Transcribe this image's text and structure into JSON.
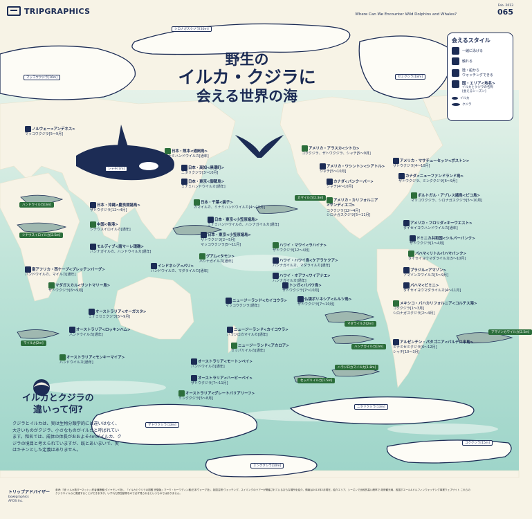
{
  "header": {
    "brand": "TRIPGRAPHICS",
    "subtitle": "Where Can We Encounter Wild Dolphins and Whales?",
    "issue_date": "Feb. 2013",
    "issue_number": "065"
  },
  "title": {
    "line1": "野生の",
    "line2": "イルカ・クジラに",
    "line3": "会える世界の海"
  },
  "legend": {
    "title": "会えるスタイル",
    "styles": [
      {
        "icon": "swim-icon",
        "label": "一緒に泳げる"
      },
      {
        "icon": "touch-icon",
        "label": "触れる"
      },
      {
        "icon": "watch-icon",
        "label": "陸・船から\nウォッチングできる"
      }
    ],
    "key_title": "国・エリア<地名>",
    "key_line2": "イルカとクジラの名称",
    "key_line3": "[会えるシーズン]",
    "species": [
      {
        "icon": "dolphin-icon",
        "label": "イルカ"
      },
      {
        "icon": "whale-icon",
        "label": "クジラ"
      }
    ]
  },
  "whale_labels": [
    {
      "text": "シロナガスクジラ[30m]",
      "style": "plain"
    },
    {
      "text": "マッコウクジラ[16m]",
      "style": "plain"
    },
    {
      "text": "セミクジラ[18m]",
      "style": "plain"
    },
    {
      "text": "シャチ[7m]",
      "style": "plain"
    },
    {
      "text": "ハンドウイルカ[3m]",
      "style": "green"
    },
    {
      "text": "シナウスイロイルカ[2.5m]",
      "style": "green"
    },
    {
      "text": "カマイルカ[2.3m]",
      "style": "green"
    },
    {
      "text": "マイルカ[2m]",
      "style": "green"
    },
    {
      "text": "マダライルカ[2m]",
      "style": "green"
    },
    {
      "text": "ハシナガイルカ[2m]",
      "style": "green"
    },
    {
      "text": "アマゾンカワイルカ[2.5m]",
      "style": "green"
    },
    {
      "text": "ハラジロカマイルカ[1.8m]",
      "style": "green"
    },
    {
      "text": "セッパリイルカ[1.5m]",
      "style": "green"
    },
    {
      "text": "ザトウクジラ[13m]",
      "style": "plain"
    },
    {
      "text": "ミンククジラ[10m]",
      "style": "plain"
    },
    {
      "text": "ニタリクジラ[13m]",
      "style": "plain"
    },
    {
      "text": "コククジラ[15m]",
      "style": "plain"
    }
  ],
  "locations": [
    {
      "name": "ノルウェー<アンデネス>",
      "species": "マッコウクジラ[5〜9月]"
    },
    {
      "name": "日本・熊本<通詞島>",
      "species": "ミナミハンドウイルカ[通年]"
    },
    {
      "name": "日本・高知<黒潮町>",
      "species": "ニタリクジラ[3〜10月]"
    },
    {
      "name": "日本・東京<御蔵島>",
      "species": "ミナミハンドウイルカ[通年]"
    },
    {
      "name": "日本・千葉<銚子>",
      "species": "カマイルカ、ミナミハンドウイルカ[4〜10月]"
    },
    {
      "name": "日本・東京<小笠原諸島>",
      "species": "ミナミハンドウイルカ、ハシナガイルカ[通年]"
    },
    {
      "name": "日本・沖縄<慶良間諸島>",
      "species": "ザトウクジラ[12〜4月]"
    },
    {
      "name": "中国<香港>",
      "species": "シナウスイロイルカ[通年]"
    },
    {
      "name": "日本・東京<小笠原諸島>",
      "species": "ザトウクジラ[2〜5月]\nマッコウクジラ[5〜11月]"
    },
    {
      "name": "モルディブ<南マーレ環礁>",
      "species": "ハシナガイルカ、ハンドウイルカ[通年]"
    },
    {
      "name": "グアム<タモン>",
      "species": "ハシナガイルカ[通年]"
    },
    {
      "name": "インドネシア<バリ>",
      "species": "ハンドウイルカ、マダライルカ[通年]"
    },
    {
      "name": "南アフリカ・西ケープ<プレッテンバーグ>",
      "species": "ハンドウイルカ、マイルカ[通年]"
    },
    {
      "name": "マダガスカル<サントマリー島>",
      "species": "ザトウクジラ[6〜9月]"
    },
    {
      "name": "オーストラリア<オーガスタ>",
      "species": "ミナミセミクジラ[5〜9月]"
    },
    {
      "name": "オーストラリア<ロッキンハム>",
      "species": "ハンドウイルカ[通年]"
    },
    {
      "name": "オーストラリア<モンキーマイア>",
      "species": "ハンドウイルカ[通年]"
    },
    {
      "name": "ニュージーランド<カイコウラ>",
      "species": "マッコウクジラ[通年]"
    },
    {
      "name": "ニュージーランド<カイコウラ>",
      "species": "ハラジロカマイルカ[通年]"
    },
    {
      "name": "ニュージーランド<アカロア>",
      "species": "セッパリイルカ[通年]"
    },
    {
      "name": "オーストラリア<モートンベイ>",
      "species": "ハンドウイルカ[通年]"
    },
    {
      "name": "オーストラリア<ハービーベイ>",
      "species": "ザトウクジラ[7〜11月]"
    },
    {
      "name": "オーストラリア<グレートバリアリーフ>",
      "species": "ミンククジラ[5〜8月]"
    },
    {
      "name": "トンガ<ババウ島>",
      "species": "ザトウクジラ[7〜10月]"
    },
    {
      "name": "仏領ポリネシア<ルルツ島>",
      "species": "ザトウクジラ[7〜10月]"
    },
    {
      "name": "ハワイ・マウイ<ラハイナ>",
      "species": "ザトウクジラ[12〜4月]"
    },
    {
      "name": "ハワイ・ハワイ島<ケアラケクア>",
      "species": "ハシナガイルカ、マダライルカ[通年]"
    },
    {
      "name": "ハワイ・オアフ<ワイアナエ>",
      "species": "ハシナガイルカ[通年]"
    },
    {
      "name": "アメリカ・アラスカ<シトカ>",
      "species": "コククジラ、ザトウクジラ、シャチ[5〜9月]"
    },
    {
      "name": "アメリカ・ワシントン<シアトル>",
      "species": "シャチ[5〜10月]"
    },
    {
      "name": "カナダ<バンクーバー>",
      "species": "シャチ[4〜10月]"
    },
    {
      "name": "アメリカ・カリフォルニア\n<サンディエゴ>",
      "species": "コククジラ[12〜4月]\nシロナガスクジラ[5〜11月]"
    },
    {
      "name": "アメリカ・マサチューセッツ<ボストン>",
      "species": "ザトウクジラ[4〜10月]"
    },
    {
      "name": "カナダ<ニューファンドランド島>",
      "species": "ザトウクジラ、ミンククジラ[6〜9月]"
    },
    {
      "name": "ポルトガル・アゾレス諸島<ピコ島>",
      "species": "マッコウクジラ、シロナガスクジラ[5〜10月]"
    },
    {
      "name": "アメリカ・フロリダ<キーウエスト>",
      "species": "タイセイヨウハンドウイルカ[通年]"
    },
    {
      "name": "ドミニカ共和国<シルバーバンク>",
      "species": "ザトウクジラ[1〜4月]"
    },
    {
      "name": "バハマ<リトルバハマバンク>",
      "species": "タイセイヨウマダライルカ[5〜10月]"
    },
    {
      "name": "ブラジル<アマゾン>",
      "species": "アマゾンカワイルカ[5〜9月]"
    },
    {
      "name": "バハマ<ビミニ>",
      "species": "タイセイヨウマダライルカ[4〜11月]"
    },
    {
      "name": "メキシコ・バハカリフォルニア<コルテス海>",
      "species": "コククジラ[1〜3月]\nシロナガスクジラ[2〜4月]"
    },
    {
      "name": "アルゼンチン・パタゴニア<バルデス半島>",
      "species": "ミナミセミクジラ[6〜12月]\nシャチ[10〜3月]"
    }
  ],
  "difference": {
    "title_line1": "イルカとクジラの",
    "title_line2": "違いって何?",
    "body": "クジラとイルカは、実は生物分類学的には違いはなく、大きいものがクジラ、小さなものがイルカと呼ばれています。和名では、成体の体長がおおよそ4mがイルカ、クジラの境目と考えられていますが、既とあいまいで、実はキチンとした定義はありません。"
  },
  "footer": {
    "logo": "トリップアドバイザー",
    "sub1": "bowlgraphics",
    "sub2": "AFOS Inc.",
    "refs": "参考:『続 イルカ救ダーネット』終者通籍著(ダイヤモンド社)、『イルカとクジラの図鑑 完璧版』マーク・カーワディン著(日本ヴォーグ社)、各国注釈:ウォッチング、スイミングのツアーが開催されているおもな場所を紹介。情報は2013年2月現在。給介エリア、シーズンで比較的高い確率で 政府観光局、各国ホエール&ドルフィンウォッチング事業ウェブサイト これらのクジラやイルカに遭遇することができますが、いずれも野生動物なので必ず見られるというものではありません。"
  }
}
